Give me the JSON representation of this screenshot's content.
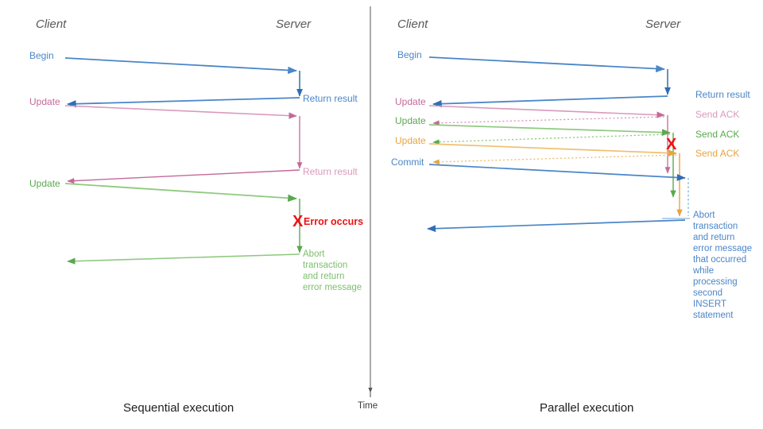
{
  "diagram": {
    "title_hidden": "Sequential vs Parallel transaction execution",
    "colors": {
      "blue": "#4a86c8",
      "blue_dark": "#2f6eb5",
      "pink": "#c4699a",
      "pink_light": "#d999bb",
      "green": "#5aa84f",
      "green_light": "#8fc97f",
      "orange": "#e8a33d",
      "orange_light": "#f0bf6e",
      "red": "#ee1111",
      "axis": "#555555",
      "header": "#595959",
      "caption": "#202020"
    },
    "time_axis": {
      "label": "Time"
    }
  },
  "panels": [
    {
      "id": "sequential",
      "caption": "Sequential execution",
      "actors": {
        "client": "Client",
        "server": "Server"
      },
      "client_messages": [
        {
          "text": "Begin",
          "color": "blue"
        },
        {
          "text": "Update",
          "color": "pink"
        },
        {
          "text": "Update",
          "color": "green"
        }
      ],
      "server_messages": [
        {
          "text": "Return result",
          "color": "blue"
        },
        {
          "text": "Return result",
          "color": "pink"
        }
      ],
      "error": {
        "marker": "X",
        "text": "Error occurs",
        "color": "red"
      },
      "abort_note": {
        "lines": [
          "Abort",
          "transaction",
          "and return",
          "error message"
        ],
        "color": "green"
      }
    },
    {
      "id": "parallel",
      "caption": "Parallel execution",
      "actors": {
        "client": "Client",
        "server": "Server"
      },
      "client_messages": [
        {
          "text": "Begin",
          "color": "blue"
        },
        {
          "text": "Update",
          "color": "pink"
        },
        {
          "text": "Update",
          "color": "green"
        },
        {
          "text": "Update",
          "color": "orange"
        },
        {
          "text": "Commit",
          "color": "blue"
        }
      ],
      "server_messages": [
        {
          "text": "Return result",
          "color": "blue"
        },
        {
          "text": "Send ACK",
          "color": "pink"
        },
        {
          "text": "Send ACK",
          "color": "green"
        },
        {
          "text": "Send ACK",
          "color": "orange"
        }
      ],
      "error": {
        "marker": "X",
        "color": "red"
      },
      "abort_note": {
        "lines": [
          "Abort",
          "transaction",
          "and return",
          "error message",
          "that occurred",
          "while",
          "processing",
          "second",
          "INSERT",
          "statement"
        ],
        "color": "blue"
      }
    }
  ]
}
